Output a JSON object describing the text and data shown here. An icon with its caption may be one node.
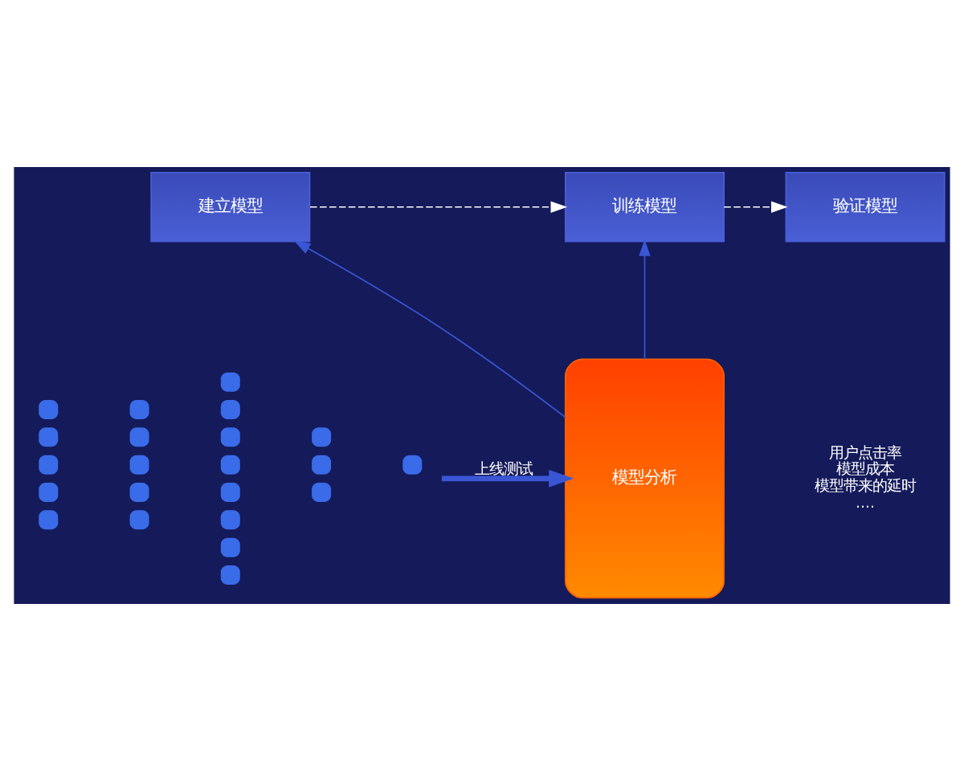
{
  "diagram": {
    "nodes": [
      {
        "text": [
          "建立模型"
        ]
      },
      {
        "text": [
          "训练模型"
        ]
      },
      {
        "text": [
          "验证模型"
        ]
      },
      {
        "text": [
          "模型分析"
        ],
        "beside": [
          "用户点击率",
          "模型成本",
          "模型带来的延时",
          "...."
        ]
      },
      {
        "text": [],
        "shape": "picture"
      }
    ],
    "edges": [
      {
        "from": 0,
        "to": 1,
        "arrow": "to",
        "style": "dashed",
        "color": "#ffffff"
      },
      {
        "from": 1,
        "to": 2,
        "arrow": "to",
        "style": "dashed",
        "color": "#ffffff"
      },
      {
        "from": 4,
        "to": 3,
        "arrow": "to",
        "label": "上线测试",
        "style": "thick"
      },
      {
        "from": 3,
        "to": 0,
        "arrow": "to"
      },
      {
        "from": 3,
        "to": 1,
        "arrow": "to"
      }
    ]
  }
}
